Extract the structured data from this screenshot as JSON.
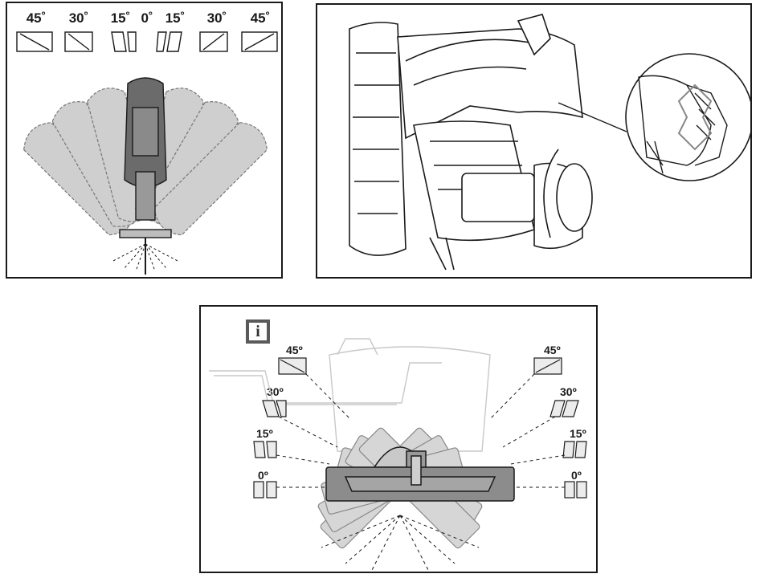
{
  "panel1": {
    "angle_labels": [
      "45˚",
      "30˚",
      "15˚",
      "0˚",
      "15˚",
      "30˚",
      "45˚"
    ]
  },
  "panel3": {
    "info_glyph": "i",
    "left_labels": [
      "45º",
      "30º",
      "15º",
      "0º"
    ],
    "right_labels": [
      "45º",
      "30º",
      "15º",
      "0º"
    ]
  },
  "colors": {
    "stroke": "#1a1a1a",
    "ghost_fill": "#cfcfcf",
    "info_badge": "#5a5a5a"
  }
}
